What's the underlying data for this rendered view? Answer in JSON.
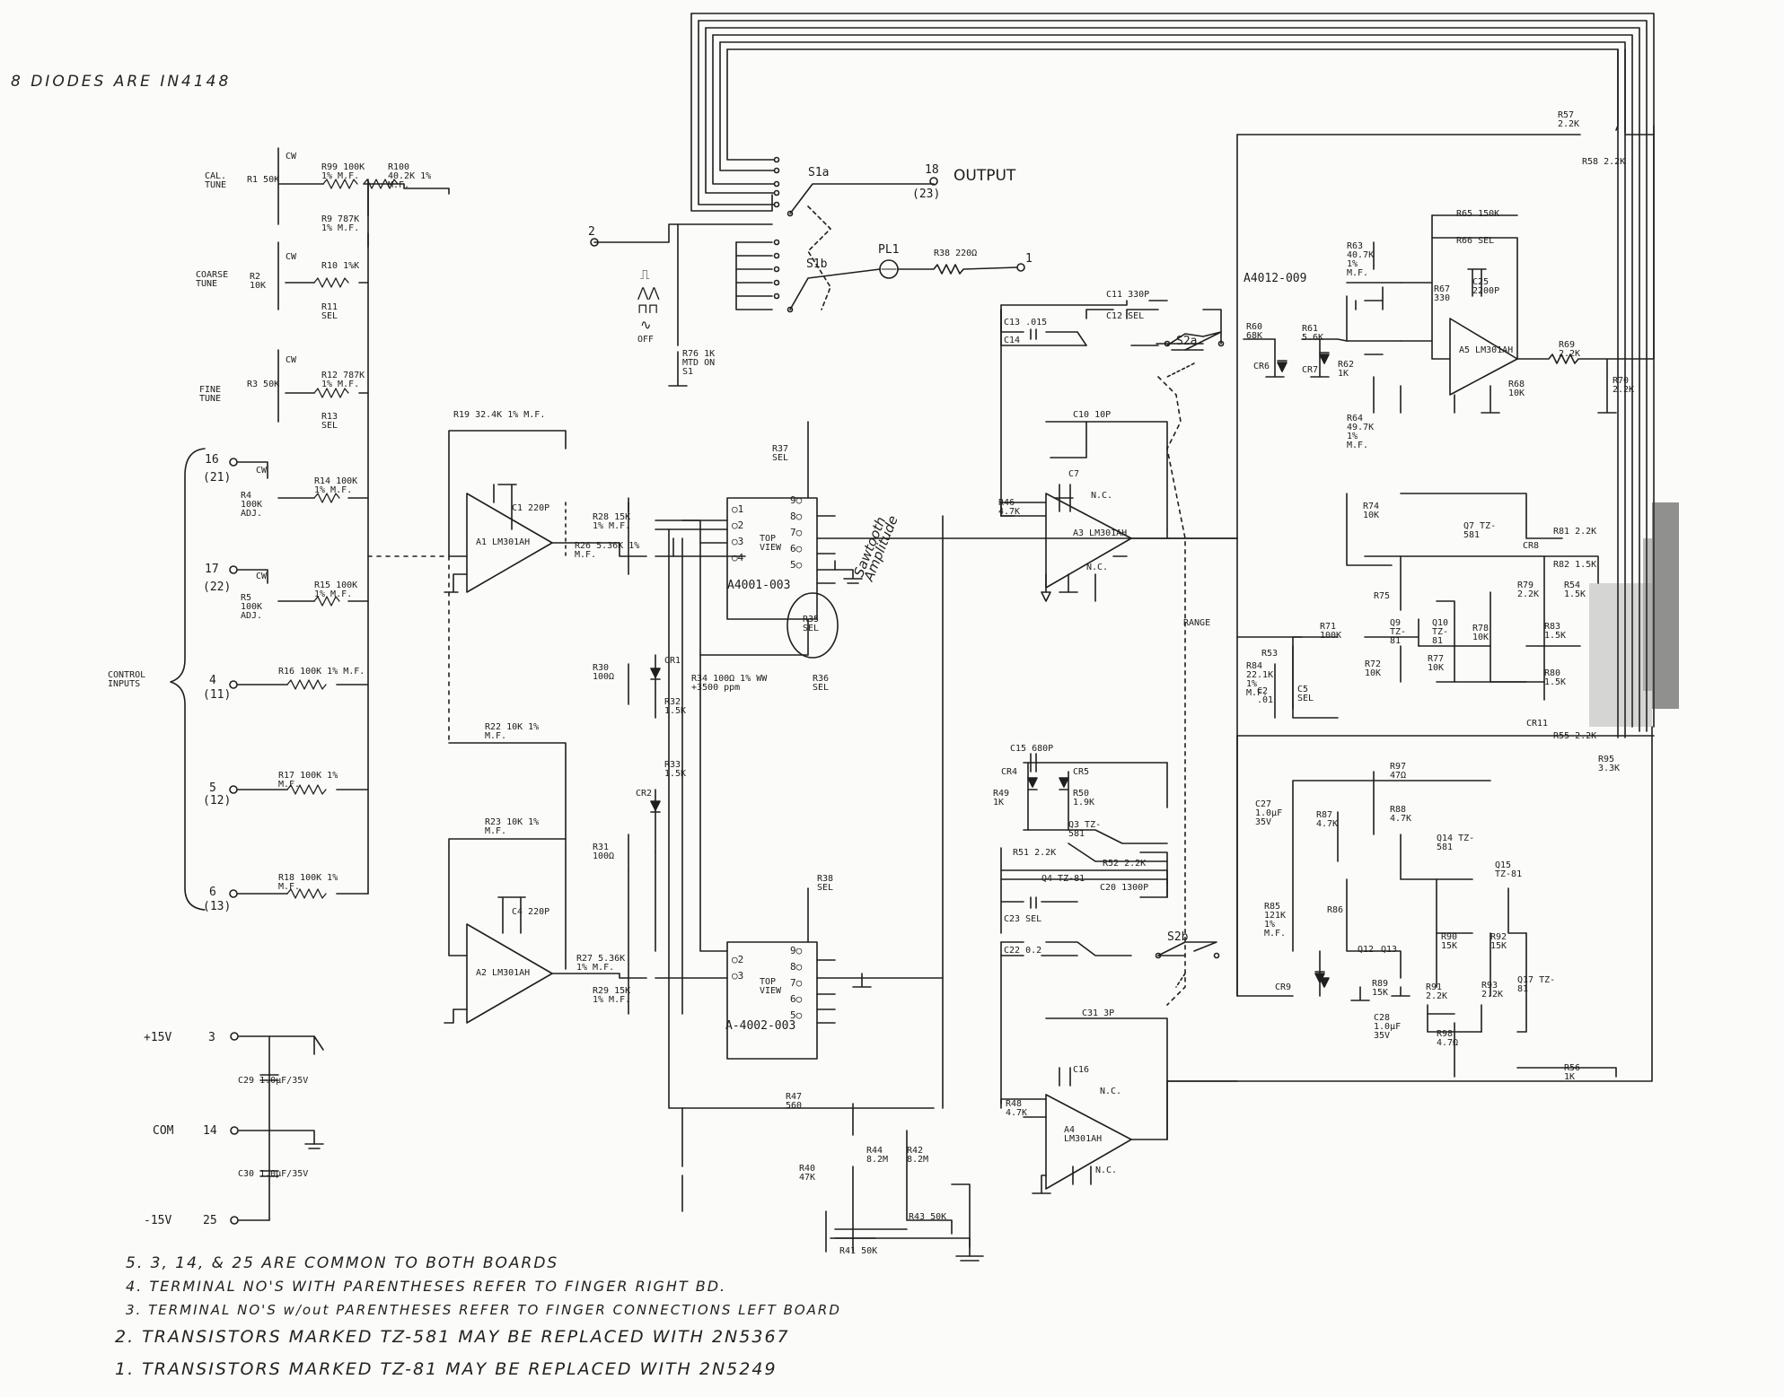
{
  "header_note": "8 DIODES ARE IN4148",
  "control_inputs_label": "CONTROL INPUTS",
  "terminals": {
    "t16": "16",
    "t16_alt": "(21)",
    "t17": "17",
    "t17_alt": "(22)",
    "t4": "4",
    "t4_alt": "(11)",
    "t5": "5",
    "t5_alt": "(12)",
    "t6": "6",
    "t6_alt": "(13)",
    "t18": "18",
    "t18_alt": "(23)",
    "t2": "2",
    "t1": "1",
    "t3": "3",
    "t14": "14",
    "t25": "25"
  },
  "supply": {
    "pos": "+15V",
    "com": "COM",
    "neg": "-15V"
  },
  "output_label": "OUTPUT",
  "waveform_symbols": [
    "⎍",
    "⋀⋀",
    "⊓⊓",
    "∿",
    "OFF"
  ],
  "tune_labels": {
    "cal_tune": "CAL. TUNE",
    "coarse_tune": "COARSE TUNE",
    "fine_tune": "FINE TUNE",
    "cw": "CW"
  },
  "resistors": {
    "r1": "R1 50K",
    "r99": "R99 100K 1% M.F.",
    "r100": "R100 40.2K 1% M.F.",
    "r9": "R9 787K 1% M.F.",
    "r2": "R2 10K",
    "r10": "R10 1%K",
    "r11": "R11 SEL",
    "r3": "R3 50K",
    "r12": "R12 787K 1% M.F.",
    "r13": "R13 SEL",
    "r4": "R4 100K ADJ.",
    "r14": "R14 100K 1% M.F.",
    "r5": "R5 100K ADJ.",
    "r15": "R15 100K 1% M.F.",
    "r16": "R16 100K 1% M.F.",
    "r17": "R17 100K 1% M.F.",
    "r18": "R18 100K 1% M.F.",
    "r19": "R19 32.4K 1% M.F.",
    "r22": "R22 10K 1% M.F.",
    "r23": "R23 10K 1% M.F.",
    "r26": "R26 5.36K 1% M.F.",
    "r27": "R27 5.36K 1% M.F.",
    "r28": "R28 15K 1% M.F.",
    "r29": "R29 15K 1% M.F.",
    "r30": "R30 100Ω",
    "r31": "R31 100Ω",
    "r32": "R32 1.5K",
    "r33": "R33 1.5K",
    "r34": "R34 100Ω 1% WW +3500 ppm",
    "r35": "R35 SEL",
    "r36": "R36 SEL",
    "r37": "R37 SEL",
    "r38": "R38 SEL",
    "r38b": "R38 220Ω",
    "r76": "R76 1K MTD ON S1",
    "r40": "R40 47K",
    "r41": "R41 50K",
    "r42": "R42 8.2M",
    "r43": "R43 50K",
    "r44": "R44 8.2M",
    "r46": "R46 4.7K",
    "r47": "R47 560",
    "r48": "R48 4.7K",
    "r49": "R49 1K",
    "r50": "R50 1.9K",
    "r51": "R51 2.2K",
    "r52": "R52 2.2K",
    "r53": "R53",
    "r54": "R54 1.5K",
    "r55": "R55 2.2K",
    "r56": "R56 1K",
    "r57": "R57 2.2K",
    "r58": "R58 2.2K",
    "r60": "R60 68K",
    "r61": "R61 5.6K",
    "r62": "R62 1K",
    "r63": "R63 40.7K 1% M.F.",
    "r64": "R64 49.7K 1% M.F.",
    "r65": "R65 150K",
    "r66": "R66 SEL",
    "r67": "R67 330",
    "r68": "R68 10K",
    "r69": "R69 2.2K",
    "r70": "R70 2.2K",
    "r71": "R71 100K",
    "r72": "R72 10K",
    "r74": "R74 10K",
    "r75": "R75",
    "r77": "R77 10K",
    "r78": "R78 10K",
    "r79": "R79 2.2K",
    "r80": "R80 1.5K",
    "r81": "R81 2.2K",
    "r82": "R82 1.5K",
    "r83": "R83 1.5K",
    "r84": "R84 22.1K 1% M.F.",
    "r85": "R85 121K 1% M.F.",
    "r86": "R86",
    "r87": "R87 4.7K",
    "r88": "R88 4.7K",
    "r89": "R89 15K",
    "r90": "R90 15K",
    "r91": "R91 2.2K",
    "r92": "R92 15K",
    "r93": "R93 2.2K",
    "r95": "R95 3.3K",
    "r97": "R97 47Ω",
    "r98": "R98 4.7Ω"
  },
  "capacitors": {
    "c1": "C1 220P",
    "c4": "C4 220P",
    "c7": "C7",
    "c10": "C10 10P",
    "c11": "C11 330P",
    "c12": "C12 SEL",
    "c13": "C13 .015",
    "c14": "C14",
    "c15": "C15 680P",
    "c16": "C16",
    "c20": "C20 1300P",
    "c22": "C22 0.2",
    "c23": "C23 SEL",
    "c25": "C25 2200P",
    "c27": "C27 1.0μF 35V",
    "c28": "C28 1.0μF 35V",
    "c29": "C29 1.0μF/35V",
    "c30": "C30 1.0μF/35V",
    "c31": "C31 3P",
    "c2": "C2 .01",
    "c5": "C5 SEL"
  },
  "diodes": {
    "cr1": "CR1",
    "cr2": "CR2",
    "cr4": "CR4",
    "cr5": "CR5",
    "cr6": "CR6",
    "cr7": "CR7",
    "cr8": "CR8",
    "cr9": "CR9",
    "cr11": "CR11"
  },
  "opamps": {
    "a1": "A1 LM301AH",
    "a2": "A2 LM301AH",
    "a3": "A3 LM301AH",
    "a4": "A4 LM301AH",
    "a5": "A5 LM301AH",
    "nc": "N.C."
  },
  "transistors": {
    "q3": "Q3 TZ-581",
    "q4": "Q4 TZ-81",
    "q7": "Q7 TZ-581",
    "q9": "Q9 TZ-81",
    "q10": "Q10 TZ-81",
    "q12": "Q12",
    "q13": "Q13",
    "q14": "Q14 TZ-581",
    "q15": "Q15 TZ-81",
    "q17": "Q17 TZ-81"
  },
  "ics": {
    "a4001": "A4001-003",
    "a4002": "A-4002-003",
    "a4012": "A4012-009",
    "top_view": "TOP VIEW"
  },
  "switches": {
    "s1a": "S1a",
    "s1b": "S1b",
    "s2a": "S2a",
    "s2b": "S2b",
    "pl1": "PL1"
  },
  "annotations": {
    "sawtooth": "Sawtooth Amplitude",
    "range": "RANGE"
  },
  "notes": [
    "5. 3, 14, & 25 ARE COMMON TO BOTH BOARDS",
    "4. TERMINAL NO'S WITH PARENTHESES REFER TO FINGER RIGHT BD.",
    "3. TERMINAL NO'S w/out PARENTHESES REFER TO FINGER CONNECTIONS LEFT BOARD",
    "2. TRANSISTORS MARKED TZ-581 MAY BE REPLACED WITH 2N5367",
    "1. TRANSISTORS MARKED TZ-81 MAY BE REPLACED WITH 2N5249"
  ]
}
